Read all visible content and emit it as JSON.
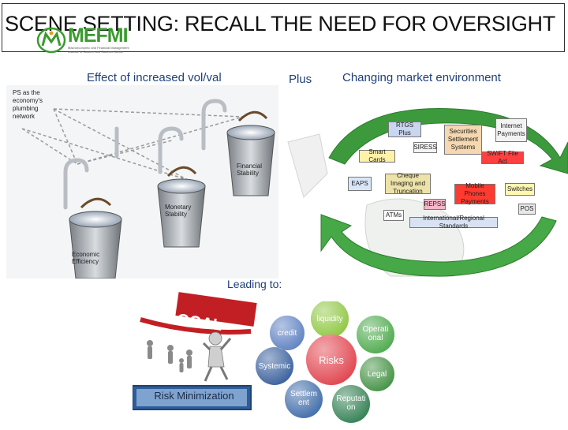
{
  "slide": {
    "title": "SCENE SETTING: RECALL THE NEED FOR OVERSIGHT",
    "logo": {
      "wordmark": "MEFMI",
      "tagline_line1": "Macroeconomic and Financial Management",
      "tagline_line2": "Institute of Eastern and Southern Africa"
    },
    "heading_left": "Effect of increased vol/val",
    "heading_plus": "Plus",
    "heading_right": "Changing market environment",
    "leading_to": "Leading to:"
  },
  "plumbing": {
    "ps_label": "PS as the economy's plumbing network",
    "buckets": [
      {
        "label": "Financial Stability"
      },
      {
        "label": "Monetary Stability"
      },
      {
        "label": "Economic Efficiency"
      }
    ]
  },
  "market": {
    "items": [
      {
        "label": "RTGS Plus",
        "color": "#c9d6f0"
      },
      {
        "label": "Securities Settlement Systems",
        "color": "#f5d8b0"
      },
      {
        "label": "Internet Payments",
        "color": "#f3f3f3"
      },
      {
        "label": "SIRESS",
        "color": "#f3f3f3"
      },
      {
        "label": "Smart Cards",
        "color": "#fff2a8"
      },
      {
        "label": "SWIFT File Act",
        "color": "#ff4040"
      },
      {
        "label": "EAPS",
        "color": "#d9e6f7"
      },
      {
        "label": "Cheque Imaging and Truncation",
        "color": "#ede3a8"
      },
      {
        "label": "Mobile Phones Payments",
        "color": "#ff3b30"
      },
      {
        "label": "Switches",
        "color": "#fff9b0"
      },
      {
        "label": "REPSS",
        "color": "#f5b6c8"
      },
      {
        "label": "POS",
        "color": "#e8e8e8"
      },
      {
        "label": "ATMs",
        "color": "#ffffff"
      },
      {
        "label": "International/Regional Standards",
        "color": "#d9e2f2"
      }
    ],
    "arrow_color": "#3c9a3c"
  },
  "goal": {
    "banner": "GOAL",
    "caption": "Risk Minimization"
  },
  "risks": {
    "center": "Risks",
    "bubbles": [
      {
        "label": "liquidity",
        "color": "#8dc63f"
      },
      {
        "label": "Operati onal",
        "color": "#4aa84a"
      },
      {
        "label": "Legal",
        "color": "#3f8f3f"
      },
      {
        "label": "Reputati on",
        "color": "#2e7d4f"
      },
      {
        "label": "Settlem ent",
        "color": "#3d6aa8"
      },
      {
        "label": "Systemic",
        "color": "#355c9a"
      },
      {
        "label": "credit",
        "color": "#5b7fc0"
      }
    ],
    "center_color": "#e0404a"
  }
}
